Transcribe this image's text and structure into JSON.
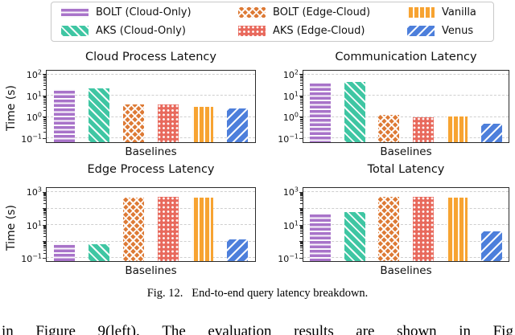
{
  "series": [
    {
      "name": "BOLT (Cloud-Only)",
      "color": "#a873c9",
      "hatch": "horizontal"
    },
    {
      "name": "AKS (Cloud-Only)",
      "color": "#3fc6a3",
      "hatch": "diag-back"
    },
    {
      "name": "BOLT (Edge-Cloud)",
      "color": "#dd7a35",
      "hatch": "cross"
    },
    {
      "name": "AKS (Edge-Cloud)",
      "color": "#e8695c",
      "hatch": "dots"
    },
    {
      "name": "Vanilla",
      "color": "#f7a331",
      "hatch": "vertical"
    },
    {
      "name": "Venus",
      "color": "#4d7fdb",
      "hatch": "diag-fwd"
    }
  ],
  "legend": {
    "display_order": [
      0,
      2,
      4,
      1,
      3,
      5
    ]
  },
  "chart_data": [
    {
      "type": "bar",
      "title": "Cloud Process Latency",
      "xlabel": "Baselines",
      "ylabel": "Time (s)",
      "yscale": "log",
      "grid": "dashed-horizontal",
      "categories": [
        "BOLT (Cloud-Only)",
        "AKS (Cloud-Only)",
        "BOLT (Edge-Cloud)",
        "AKS (Edge-Cloud)",
        "Vanilla",
        "Venus"
      ],
      "values": [
        21,
        23,
        3.8,
        4.0,
        3.0,
        2.6
      ],
      "ylog_range": [
        -1.18,
        2.18
      ],
      "gridline_exponents": [
        -1,
        0,
        1,
        2
      ],
      "ytick_exponents": [
        -1,
        0,
        1,
        2
      ]
    },
    {
      "type": "bar",
      "title": "Communication Latency",
      "xlabel": "Baselines",
      "ylabel": "",
      "yscale": "log",
      "grid": "dashed-horizontal",
      "categories": [
        "BOLT (Cloud-Only)",
        "AKS (Cloud-Only)",
        "BOLT (Edge-Cloud)",
        "AKS (Edge-Cloud)",
        "Vanilla",
        "Venus"
      ],
      "values": [
        45,
        43,
        1.3,
        1.0,
        1.1,
        0.5
      ],
      "ylog_range": [
        -1.18,
        2.18
      ],
      "gridline_exponents": [
        -1,
        0,
        1,
        2
      ],
      "ytick_exponents": [
        -1,
        0,
        1,
        2
      ]
    },
    {
      "type": "bar",
      "title": "Edge Process Latency",
      "xlabel": "Baselines",
      "ylabel": "Time (s)",
      "yscale": "log",
      "grid": "dashed-horizontal",
      "categories": [
        "BOLT (Cloud-Only)",
        "AKS (Cloud-Only)",
        "BOLT (Edge-Cloud)",
        "AKS (Edge-Cloud)",
        "Vanilla",
        "Venus"
      ],
      "values": [
        0.75,
        0.7,
        480,
        520,
        470,
        1.3
      ],
      "ylog_range": [
        -1.18,
        3.25
      ],
      "gridline_exponents": [
        -1,
        0,
        1,
        2,
        3
      ],
      "ytick_exponents": [
        -1,
        1,
        3
      ]
    },
    {
      "type": "bar",
      "title": "Total Latency",
      "xlabel": "Baselines",
      "ylabel": "",
      "yscale": "log",
      "grid": "dashed-horizontal",
      "categories": [
        "BOLT (Cloud-Only)",
        "AKS (Cloud-Only)",
        "BOLT (Edge-Cloud)",
        "AKS (Edge-Cloud)",
        "Vanilla",
        "Venus"
      ],
      "values": [
        58,
        60,
        540,
        530,
        490,
        4.3
      ],
      "ylog_range": [
        -1.18,
        3.25
      ],
      "gridline_exponents": [
        -1,
        0,
        1,
        2,
        3
      ],
      "ytick_exponents": [
        -1,
        1,
        3
      ]
    }
  ],
  "caption": "Fig. 12.   End-to-end query latency breakdown.",
  "body_fragment_words": [
    "in",
    "Figure",
    "9(left).",
    "The",
    "evaluation",
    "results",
    "are",
    "shown",
    "in",
    "Fig"
  ]
}
